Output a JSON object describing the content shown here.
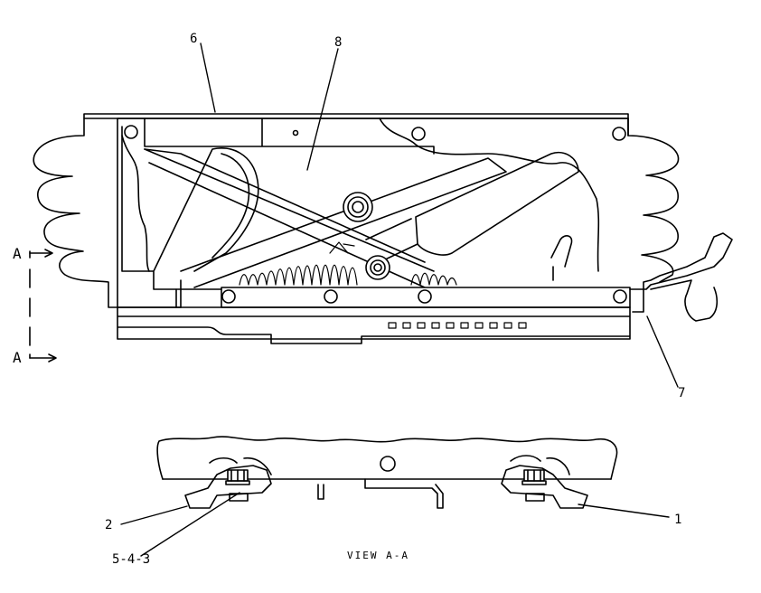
{
  "callouts": {
    "c1": "1",
    "c2": "2",
    "c543": "5-4-3",
    "c6": "6",
    "c7": "7",
    "c8": "8"
  },
  "section_marker": {
    "top": "A",
    "bottom": "A"
  },
  "view_title": "VIEW A-A"
}
